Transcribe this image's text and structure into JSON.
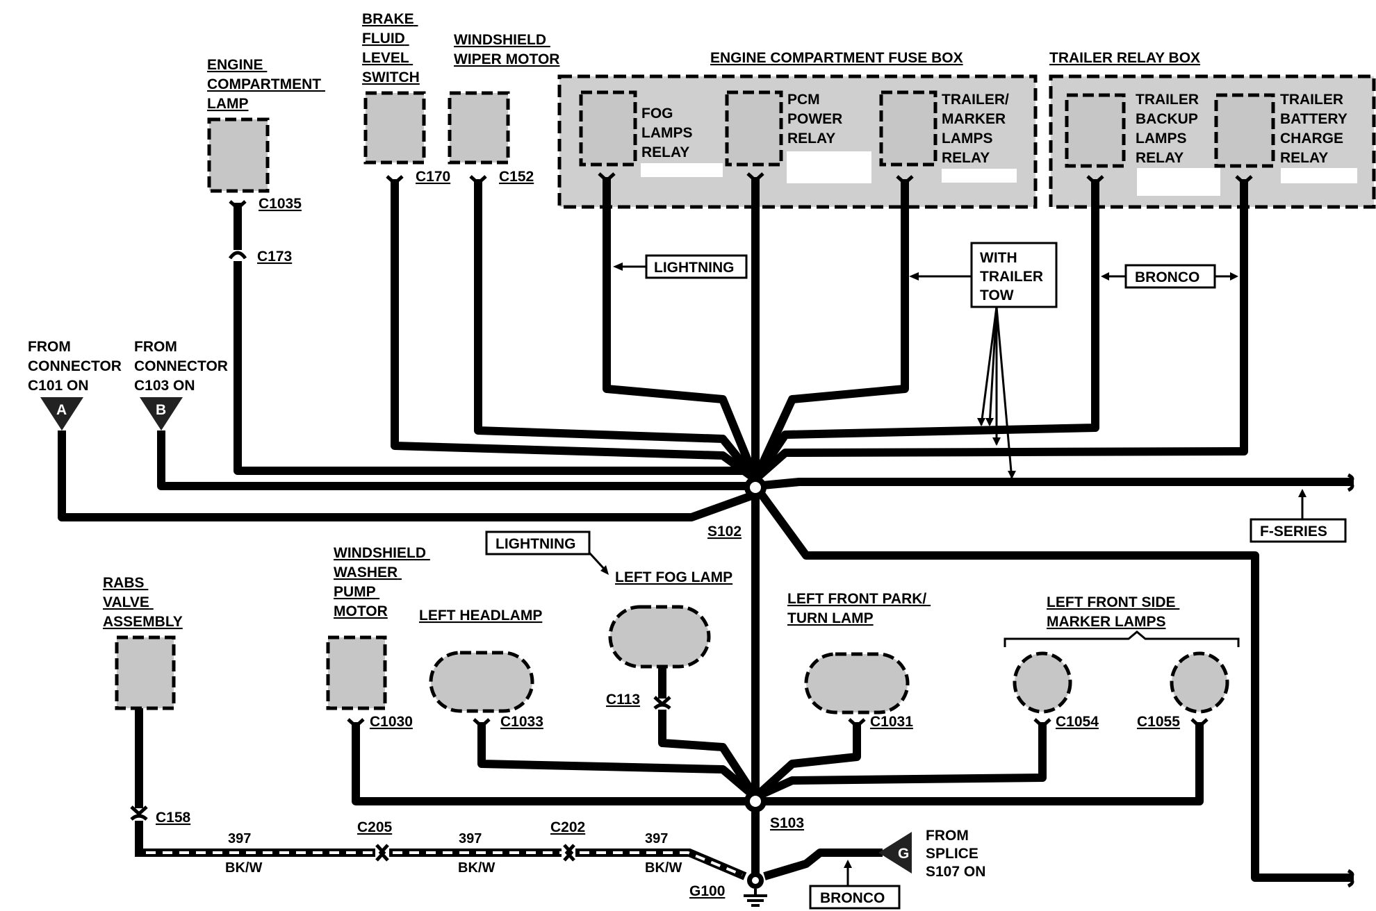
{
  "diagram": {
    "boxes": {
      "fuse_box": "ENGINE COMPARTMENT FUSE BOX",
      "trailer_relay_box": "TRAILER RELAY BOX"
    },
    "components": {
      "engine_lamp": [
        "ENGINE",
        "COMPARTMENT",
        "LAMP"
      ],
      "brake_switch": [
        "BRAKE",
        "FLUID",
        "LEVEL",
        "SWITCH"
      ],
      "wiper_motor": [
        "WINDSHIELD",
        "WIPER MOTOR"
      ],
      "fog_relay": [
        "FOG",
        "LAMPS",
        "RELAY"
      ],
      "pcm_relay": [
        "PCM",
        "POWER",
        "RELAY"
      ],
      "marker_relay": [
        "TRAILER/",
        "MARKER",
        "LAMPS",
        "RELAY"
      ],
      "backup_relay": [
        "TRAILER",
        "BACKUP",
        "LAMPS",
        "RELAY"
      ],
      "charge_relay": [
        "TRAILER",
        "BATTERY",
        "CHARGE",
        "RELAY"
      ],
      "rabs": [
        "RABS",
        "VALVE",
        "ASSEMBLY"
      ],
      "washer_pump": [
        "WINDSHIELD",
        "WASHER",
        "PUMP",
        "MOTOR"
      ],
      "headlamp": "LEFT HEADLAMP",
      "fog_lamp": "LEFT FOG LAMP",
      "park_turn": [
        "LEFT FRONT PARK/",
        "TURN LAMP"
      ],
      "side_marker": [
        "LEFT FRONT SIDE",
        "MARKER LAMPS"
      ]
    },
    "connectors": {
      "c1035": "C1035",
      "c173": "C173",
      "c170": "C170",
      "c152": "C152",
      "c1030": "C1030",
      "c1033": "C1033",
      "c113": "C113",
      "c1031": "C1031",
      "c1054": "C1054",
      "c1055": "C1055",
      "c158": "C158",
      "c205": "C205",
      "c202": "C202"
    },
    "splices": {
      "s102": "S102",
      "s103": "S103"
    },
    "ground": "G100",
    "sources": {
      "a": {
        "letter": "A",
        "text": [
          "FROM",
          "CONNECTOR",
          "C101 ON"
        ]
      },
      "b": {
        "letter": "B",
        "text": [
          "FROM",
          "CONNECTOR",
          "C103 ON"
        ]
      },
      "g": {
        "letter": "G",
        "text": [
          "FROM",
          "SPLICE",
          "S107 ON"
        ]
      }
    },
    "callouts": {
      "lightning_1": "LIGHTNING",
      "lightning_2": "LIGHTNING",
      "trailer_tow": [
        "WITH",
        "TRAILER",
        "TOW"
      ],
      "bronco_1": "BRONCO",
      "bronco_2": "BRONCO",
      "f_series": "F-SERIES"
    },
    "wire_labels": {
      "circuit_1": "397",
      "color_1": "BK/W",
      "circuit_2": "397",
      "color_2": "BK/W",
      "circuit_3": "397",
      "color_3": "BK/W"
    }
  }
}
